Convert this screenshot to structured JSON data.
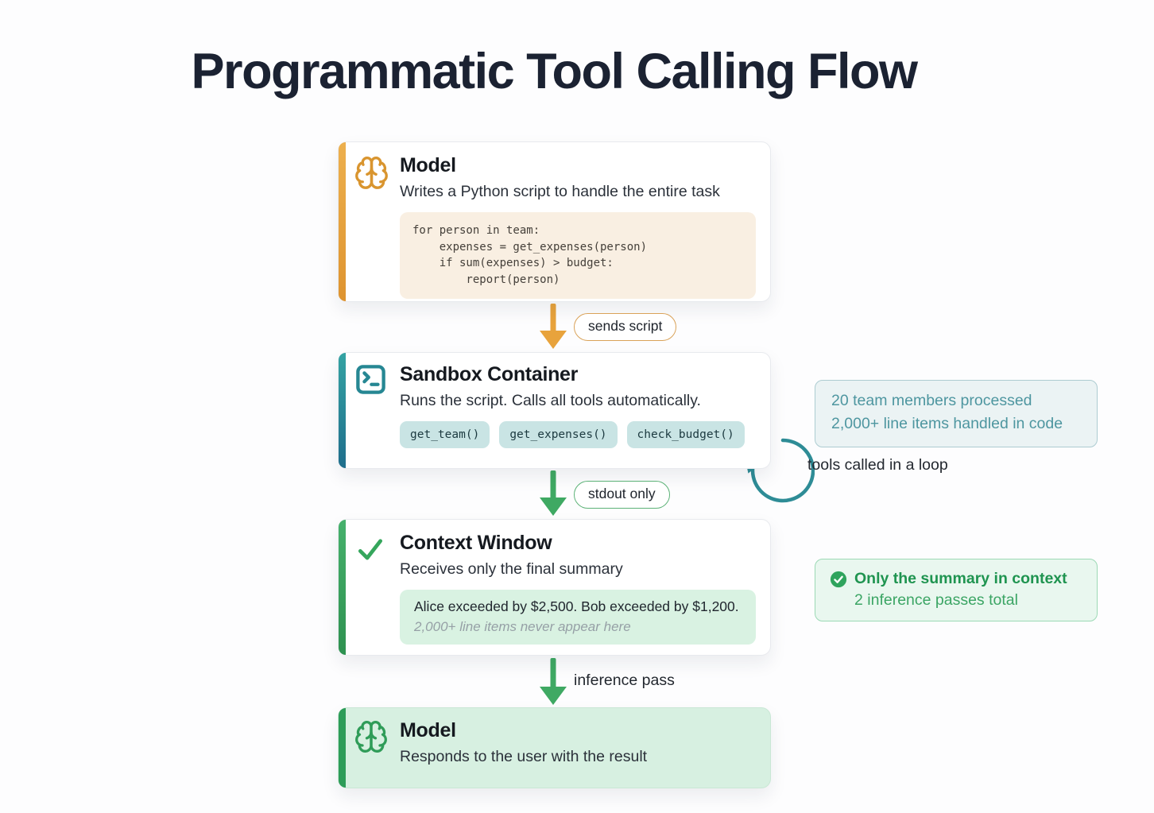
{
  "title": "Programmatic Tool Calling Flow",
  "colors": {
    "accent_orange": "#E39A36",
    "accent_teal": "#2B8D96",
    "accent_green": "#35A65C",
    "code_bg": "#F9EFE2",
    "chip_bg": "#C9E4E4",
    "mint_bg": "#D7F0E1",
    "note_teal_text": "#4E96A0",
    "note_green_text": "#1F9450"
  },
  "nodes": {
    "model_top": {
      "title": "Model",
      "subtitle": "Writes a Python script to handle the entire task",
      "code": "for person in team:\n    expenses = get_expenses(person)\n    if sum(expenses) > budget:\n        report(person)"
    },
    "sandbox": {
      "title": "Sandbox Container",
      "subtitle": "Runs the script. Calls all tools automatically.",
      "chips": [
        "get_team()",
        "get_expenses()",
        "check_budget()"
      ]
    },
    "context": {
      "title": "Context Window",
      "subtitle": "Receives only the final summary",
      "summary_main": "Alice exceeded by $2,500. Bob exceeded by $1,200.",
      "summary_note": "2,000+ line items never appear here"
    },
    "model_bottom": {
      "title": "Model",
      "subtitle": "Responds to the user with the result"
    }
  },
  "labels": {
    "sends_script": "sends script",
    "stdout_only": "stdout only",
    "inference_pass": "inference pass",
    "loop": "tools called in a loop"
  },
  "notes": {
    "sandbox_line1": "20 team members processed",
    "sandbox_line2": "2,000+ line items handled in code",
    "context_line1": "Only the summary in context",
    "context_line2": "2 inference passes total"
  }
}
